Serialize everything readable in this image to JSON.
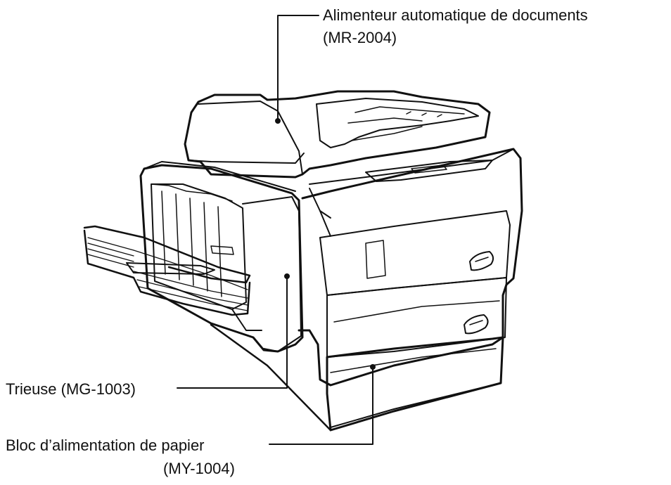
{
  "labels": {
    "adf": {
      "line1": "Alimenteur automatique de documents",
      "line2": "(MR-2004)"
    },
    "sorter": "Trieuse (MG-1003)",
    "paper_feed": {
      "line1": "Bloc d’alimentation de papier",
      "line2": "(MY-1004)"
    }
  },
  "colors": {
    "ink": "#111111",
    "paper": "#ffffff"
  }
}
